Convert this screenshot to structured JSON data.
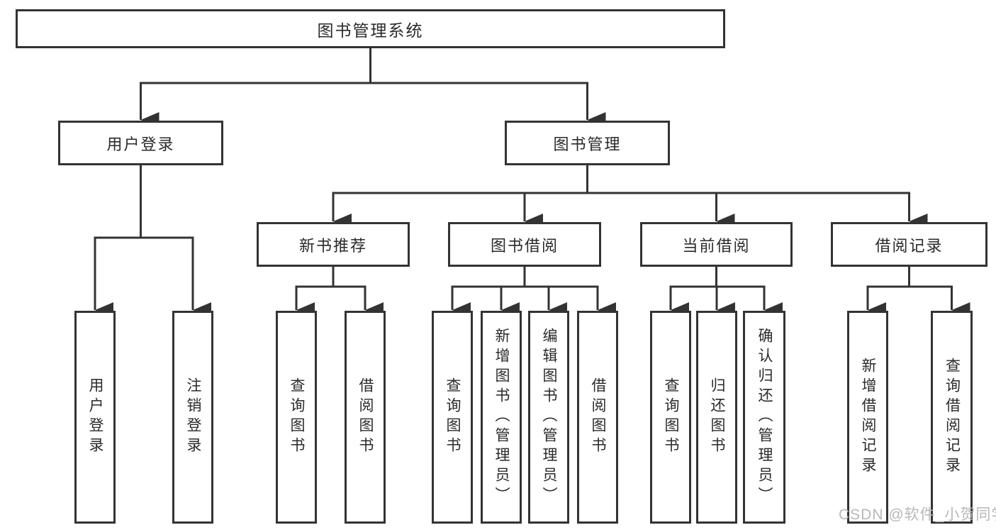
{
  "diagram": {
    "root": {
      "label": "图书管理系统"
    },
    "level2": [
      {
        "label": "用户登录"
      },
      {
        "label": "图书管理"
      }
    ],
    "level3": [
      {
        "label": "新书推荐"
      },
      {
        "label": "图书借阅"
      },
      {
        "label": "当前借阅"
      },
      {
        "label": "借阅记录"
      }
    ],
    "leaves": {
      "user_login": [
        "用户登录",
        "注销登录"
      ],
      "new_book_rec": [
        "查询图书",
        "借阅图书"
      ],
      "book_borrow": [
        "查询图书",
        "新增图书（管理员）",
        "编辑图书（管理员）",
        "借阅图书"
      ],
      "current_borrow": [
        "查询图书",
        "归还图书",
        "确认归还（管理员）"
      ],
      "borrow_record": [
        "新增借阅记录",
        "查询借阅记录"
      ]
    }
  },
  "watermark": "CSDN @软件_小贺同学",
  "colors": {
    "line": "#333333",
    "box_border": "#333333",
    "text": "#2a2a2a",
    "watermark": "#b8b8b8",
    "background": "#ffffff"
  }
}
